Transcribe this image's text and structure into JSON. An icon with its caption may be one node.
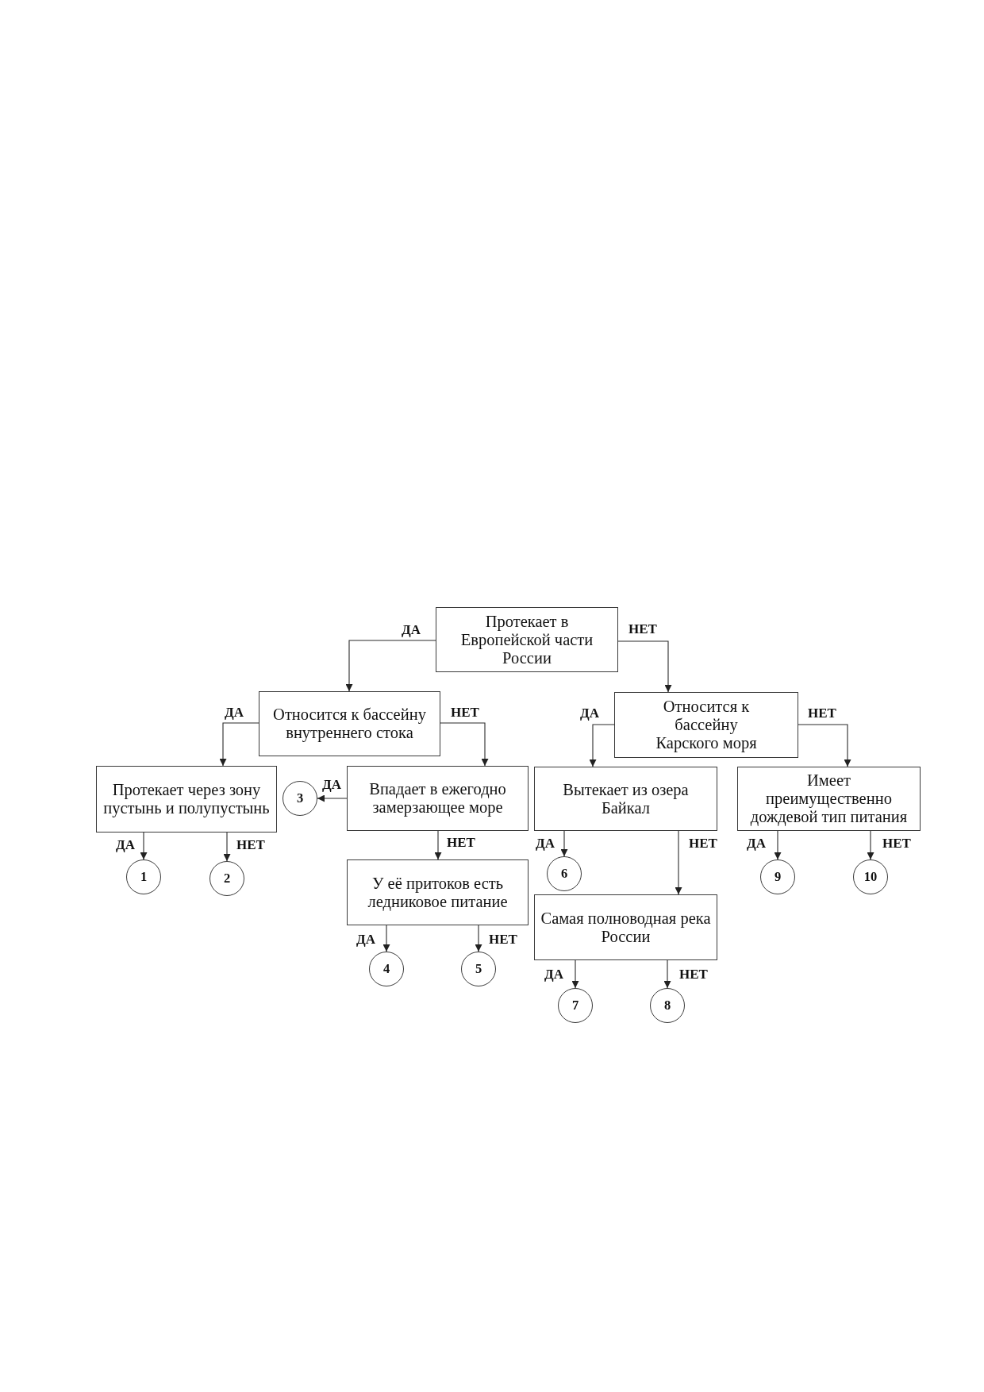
{
  "diagram": {
    "nodes": [
      {
        "text": [
          "Протекает в Европейской части России"
        ]
      },
      {
        "text": [
          "Относится к бассейну внутреннего стока"
        ]
      },
      {
        "text": [
          "Относится к бассейну Карского моря"
        ]
      },
      {
        "text": [
          "Протекает через зону пустынь и полупустынь"
        ]
      },
      {
        "text": [
          "3"
        ]
      },
      {
        "text": [
          "Впадает в ежегодно замерзающее море"
        ]
      },
      {
        "text": [
          "Вытекает из озера Байкал"
        ]
      },
      {
        "text": [
          "Имеет преимущественно дождевой тип питания"
        ]
      },
      {
        "text": [
          "1"
        ]
      },
      {
        "text": [
          "2"
        ]
      },
      {
        "text": [
          "6"
        ]
      },
      {
        "text": [
          "9"
        ]
      },
      {
        "text": [
          "10"
        ]
      },
      {
        "text": [
          "У её притоков есть ледниковое питание"
        ]
      },
      {
        "text": [
          "Самая полноводная река России"
        ]
      },
      {
        "text": [
          "4"
        ]
      },
      {
        "text": [
          "5"
        ]
      },
      {
        "text": [
          "7"
        ]
      },
      {
        "text": [
          "8"
        ]
      }
    ],
    "edges": [
      {
        "from": 0,
        "to": 1,
        "label": "ДА",
        "arrow": "to"
      },
      {
        "from": 0,
        "to": 2,
        "label": "НЕТ",
        "arrow": "to"
      },
      {
        "from": 1,
        "to": 3,
        "label": "ДА",
        "arrow": "to"
      },
      {
        "from": 1,
        "to": 5,
        "label": "НЕТ",
        "arrow": "to"
      },
      {
        "from": 5,
        "to": 4,
        "label": "ДА",
        "arrow": "to"
      },
      {
        "from": 3,
        "to": 8,
        "label": "ДА",
        "arrow": "to"
      },
      {
        "from": 3,
        "to": 9,
        "label": "НЕТ",
        "arrow": "to"
      },
      {
        "from": 5,
        "to": 13,
        "label": "НЕТ",
        "arrow": "to"
      },
      {
        "from": 2,
        "to": 6,
        "label": "ДА",
        "arrow": "to"
      },
      {
        "from": 2,
        "to": 7,
        "label": "НЕТ",
        "arrow": "to"
      },
      {
        "from": 6,
        "to": 10,
        "label": "ДА",
        "arrow": "to"
      },
      {
        "from": 6,
        "to": 14,
        "label": "НЕТ",
        "arrow": "to"
      },
      {
        "from": 7,
        "to": 11,
        "label": "ДА",
        "arrow": "to"
      },
      {
        "from": 7,
        "to": 12,
        "label": "НЕТ",
        "arrow": "to"
      },
      {
        "from": 13,
        "to": 15,
        "label": "ДА",
        "arrow": "to"
      },
      {
        "from": 13,
        "to": 16,
        "label": "НЕТ",
        "arrow": "to"
      },
      {
        "from": 14,
        "to": 17,
        "label": "ДА",
        "arrow": "to"
      },
      {
        "from": 14,
        "to": 18,
        "label": "НЕТ",
        "arrow": "to"
      }
    ]
  }
}
